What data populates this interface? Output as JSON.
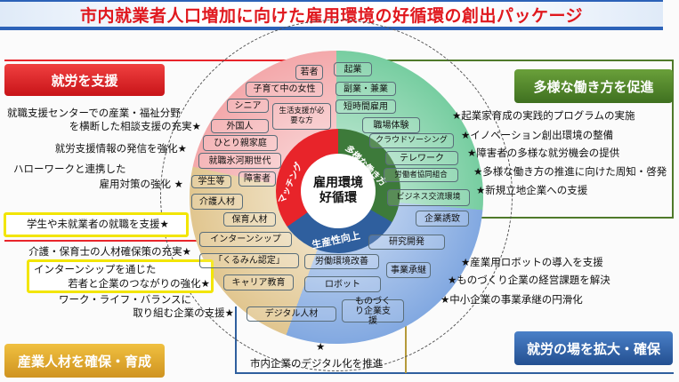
{
  "title": "市内就業者人口増加に向けた雇用環境の好循環の創出パッケージ",
  "colors": {
    "support": "#e8242a",
    "diverse": "#4f8a2a",
    "talent": "#d9a528",
    "workplace": "#2f5f9e",
    "title": "#e0181e",
    "highlight": "#f2e500"
  },
  "headers": {
    "support": "就労を支援",
    "diverse": "多様な働き方を促進",
    "talent": "産業人材を確保・育成",
    "workplace": "就労の場を拡大・確保"
  },
  "left_items": {
    "a1": "就職支援センターでの産業・福祉分野",
    "a2": "を横断した相談支援の充実★",
    "b": "就労支援情報の発信を強化★",
    "c1": "ハローワークと連携した",
    "c2": "雇用対策の強化 ★",
    "d": "学生や未就業者の就職を支援★",
    "e": "介護・保育士の人材確保策の充実★",
    "f1": "インターンシップを通じた",
    "f2": "若者と企業のつながりの強化★",
    "g1": "ワーク・ライフ・バランスに",
    "g2": "取り組む企業の支援★"
  },
  "right_items": [
    "★起業家育成の実践的プログラムの実施",
    "★イノベーション創出環境の整備",
    "★障害者の多様な就労機会の提供",
    "★多様な働き方の推進に向けた周知・啓発",
    "★新規立地企業への支援",
    "★産業用ロボットの導入を支援",
    "★ものづくり企業の経営課題を解決",
    "★中小企業の事業承継の円滑化"
  ],
  "bottom_item": {
    "star": "★",
    "text": "市内企業のデジタル化を推進"
  },
  "center": {
    "line1": "雇用環境",
    "line2": "好循環",
    "ring_matching": "マッチング",
    "ring_diverse": "多様な働き方",
    "ring_productivity": "生産性向上"
  },
  "chips": {
    "c01": "若者",
    "c02": "子育て中の女性",
    "c03": "シニア",
    "c04": "生活支援が必要な方",
    "c05": "外国人",
    "c06": "ひとり親家庭",
    "c07": "就職氷河期世代",
    "c08": "障害者",
    "c09": "学生等",
    "c10": "介護人材",
    "c11": "保育人材",
    "c12": "起業",
    "c13": "副業・兼業",
    "c14": "短時間雇用",
    "c15": "職場体験",
    "c16": "クラウドソーシング",
    "c17": "テレワーク",
    "c18": "労働者協同組合",
    "c19": "ビジネス交流環境",
    "c20": "企業誘致",
    "c21": "インターンシップ",
    "c22": "「くるみん認定」",
    "c23": "キャリア教育",
    "c24": "デジタル人材",
    "c25": "労働環境改善",
    "c26": "ロボット",
    "c27": "ものづくり企業支援",
    "c28": "研究開発",
    "c29": "事業承継"
  }
}
